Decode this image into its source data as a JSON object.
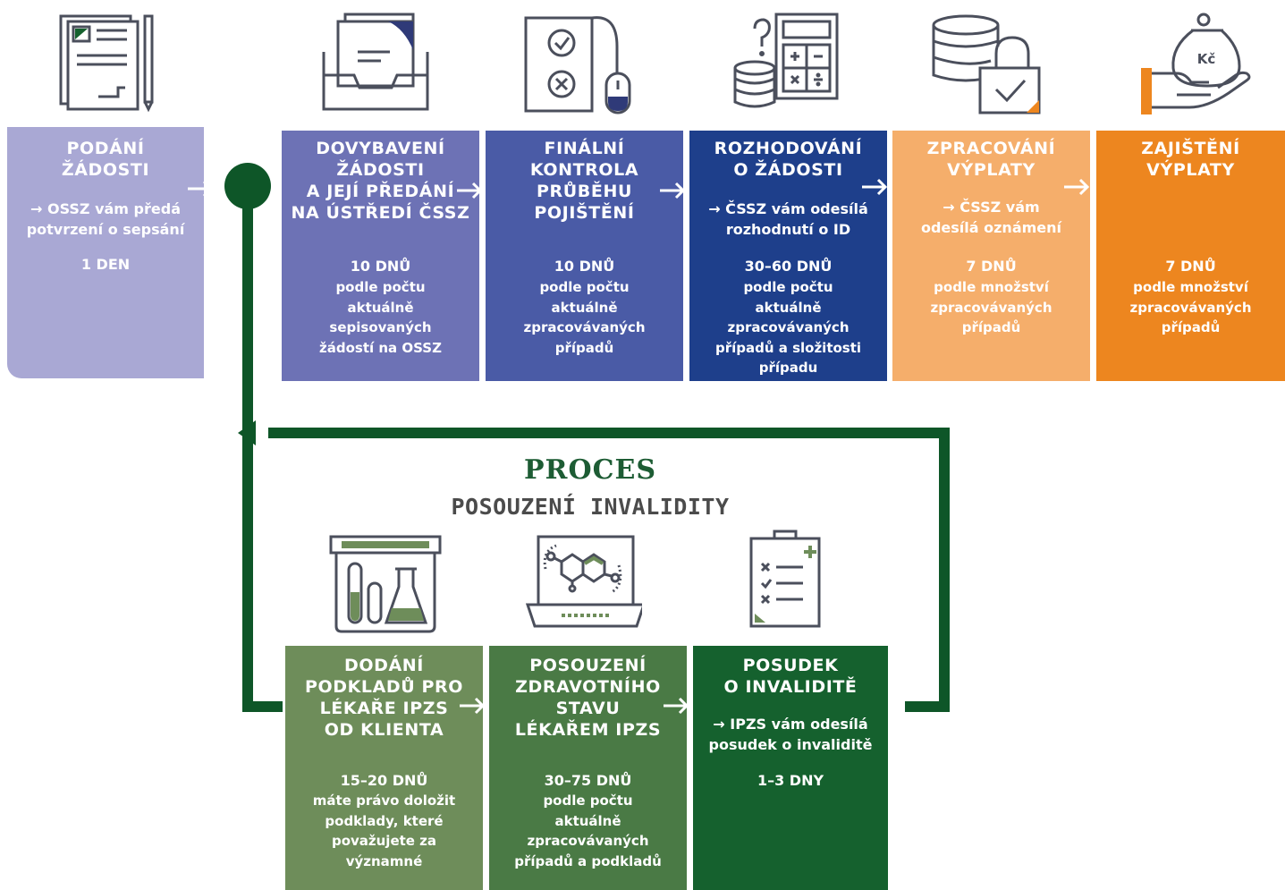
{
  "colors": {
    "c1": "#a9a8d4",
    "c2": "#6d72b5",
    "c3": "#4a5ba6",
    "c4": "#1e3f8b",
    "c5": "#f5ae6b",
    "c6": "#ed861f",
    "g1": "#6e8d5a",
    "g2": "#4a7a45",
    "g3": "#15612e",
    "loop": "#0e5628",
    "icon_stroke": "#4b4f5c",
    "icon_accent_navy": "#2f3a78",
    "icon_accent_green": "#6e8d5a",
    "icon_accent_orange": "#ed861f"
  },
  "top_steps": [
    {
      "title": "PODÁNÍ\nŽÁDOSTI",
      "desc": "→ OSSZ vám předá\npotvrzení o sepsání",
      "days": "1 DEN",
      "note": ""
    },
    {
      "title": "DOVYBAVENÍ\nŽÁDOSTI\nA JEJÍ PŘEDÁNÍ\nNA ÚSTŘEDÍ ČSSZ",
      "desc": "",
      "days": "10 DNŮ",
      "note": "podle počtu\naktuálně\nsepisovaných\nžádostí na OSSZ"
    },
    {
      "title": "FINÁLNÍ\nKONTROLA\nPRŮBĚHU\nPOJIŠTĚNÍ",
      "desc": "",
      "days": "10 DNŮ",
      "note": "podle počtu\naktuálně\nzpracovávaných\npřípadů"
    },
    {
      "title": "ROZHODOVÁNÍ\nO ŽÁDOSTI",
      "desc": "→ ČSSZ vám odesílá\nrozhodnutí o ID",
      "days": "30–60 DNŮ",
      "note": "podle počtu\naktuálně\nzpracovávaných\npřípadů a složitosti\npřípadu"
    },
    {
      "title": "ZPRACOVÁNÍ\nVÝPLATY",
      "desc": "→ ČSSZ vám\nodesílá oznámení",
      "days": "7 DNŮ",
      "note": "podle množství\nzpracovávaných\npřípadů"
    },
    {
      "title": "ZAJIŠTĚNÍ\nVÝPLATY",
      "desc": "",
      "days": "7 DNŮ",
      "note": "podle množství\nzpracovávaných\npřípadů"
    }
  ],
  "process": {
    "title": "PROCES",
    "subtitle": "POSOUZENÍ INVALIDITY"
  },
  "bottom_steps": [
    {
      "title": "DODÁNÍ\nPODKLADŮ PRO\nLÉKAŘE IPZS\nOD KLIENTA",
      "desc": "",
      "days": "15–20 DNŮ",
      "note": "máte právo doložit\npodklady, které\npovažujete za\nvýznamné"
    },
    {
      "title": "POSOUZENÍ\nZDRAVOTNÍHO\nSTAVU\nLÉKAŘEM IPZS",
      "desc": "",
      "days": "30–75 DNŮ",
      "note": "podle počtu\naktuálně\nzpracovávaných\npřípadů a podkladů"
    },
    {
      "title": "POSUDEK\nO INVALIDITĚ",
      "desc": "→ IPZS vám odesílá\nposudek o invaliditě",
      "days": "1–3 DNY",
      "note": ""
    }
  ],
  "icons": {
    "top": [
      "document-with-pen-icon",
      "file-tray-icon",
      "checklist-mouse-icon",
      "calculator-coins-icon",
      "database-lock-check-icon",
      "hand-money-bag-icon"
    ],
    "bottom": [
      "lab-kit-icon",
      "laptop-molecule-icon",
      "clipboard-checklist-icon"
    ],
    "money_bag_label": "Kč"
  }
}
